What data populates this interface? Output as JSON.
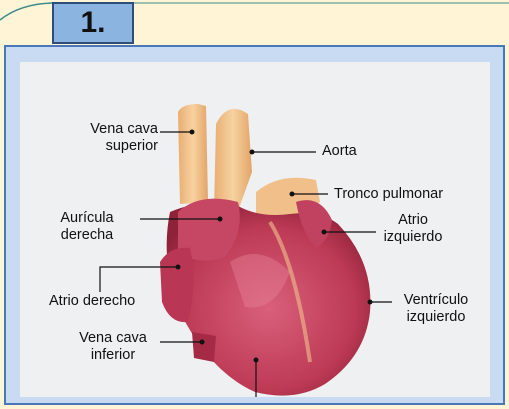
{
  "slide": {
    "number": "1."
  },
  "diagram": {
    "labels": {
      "vena_cava_superior": [
        "Vena cava",
        "superior"
      ],
      "aorta": "Aorta",
      "tronco_pulmonar": "Tronco pulmonar",
      "auricula_derecha": [
        "Aurícula",
        "derecha"
      ],
      "atrio_izquierdo": [
        "Atrio",
        "izquierdo"
      ],
      "atrio_derecho": "Atrio derecho",
      "ventriculo_izquierdo": [
        "Ventrículo",
        "izquierdo"
      ],
      "vena_cava_inferior": [
        "Vena cava",
        "inferior"
      ]
    },
    "colors": {
      "background": "#fff5d6",
      "panel": "#c9dbf2",
      "panel_border": "#4a77b8",
      "badge": "#8cb4e0",
      "heart": "#c8455e",
      "vessel": "#f2c48e"
    }
  }
}
